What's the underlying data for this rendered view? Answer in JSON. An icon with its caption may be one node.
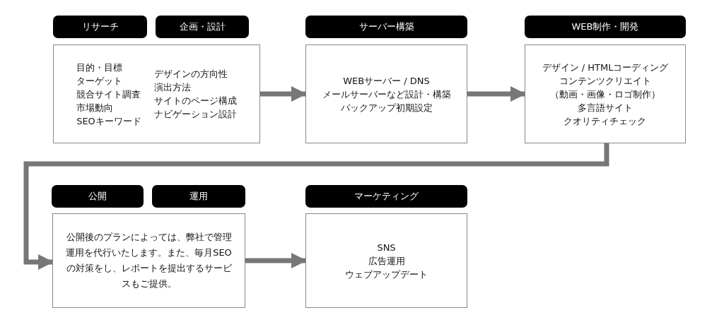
{
  "diagram": {
    "nodes": [
      {
        "text": [
          "リサーチ"
        ]
      },
      {
        "text": [
          "企画・設計"
        ]
      },
      {
        "text": [
          "目的・目標",
          "ターゲット",
          "競合サイト調査",
          "市場動向",
          "SEOキーワード",
          "デザインの方向性",
          "演出方法",
          "サイトのページ構成",
          "ナビゲーション設計"
        ]
      },
      {
        "text": [
          "サーバー構築"
        ]
      },
      {
        "text": [
          "WEBサーバー / DNS",
          "メールサーバーなど設計・構築",
          "バックアップ初期設定"
        ]
      },
      {
        "text": [
          "WEB制作・開発"
        ]
      },
      {
        "text": [
          "デザイン / HTMLコーディング",
          "コンテンツクリエイト",
          "（動画・画像・ロゴ制作）",
          "多言語サイト",
          "クオリティチェック"
        ]
      },
      {
        "text": [
          "公開"
        ]
      },
      {
        "text": [
          "運用"
        ]
      },
      {
        "text": [
          "公開後のプランによっては、弊社で管理運用を代行いたします。また、毎月SEOの対策をし、レポートを提出するサービスもご提供。"
        ]
      },
      {
        "text": [
          "マーケティング"
        ]
      },
      {
        "text": [
          "SNS",
          "広告運用",
          "ウェブアップデート"
        ]
      }
    ],
    "edges": [
      {
        "from": 2,
        "to": 4,
        "arrow": "to"
      },
      {
        "from": 4,
        "to": 6,
        "arrow": "to"
      },
      {
        "from": 6,
        "to": 9,
        "arrow": "to"
      },
      {
        "from": 9,
        "to": 11,
        "arrow": "to"
      }
    ]
  }
}
